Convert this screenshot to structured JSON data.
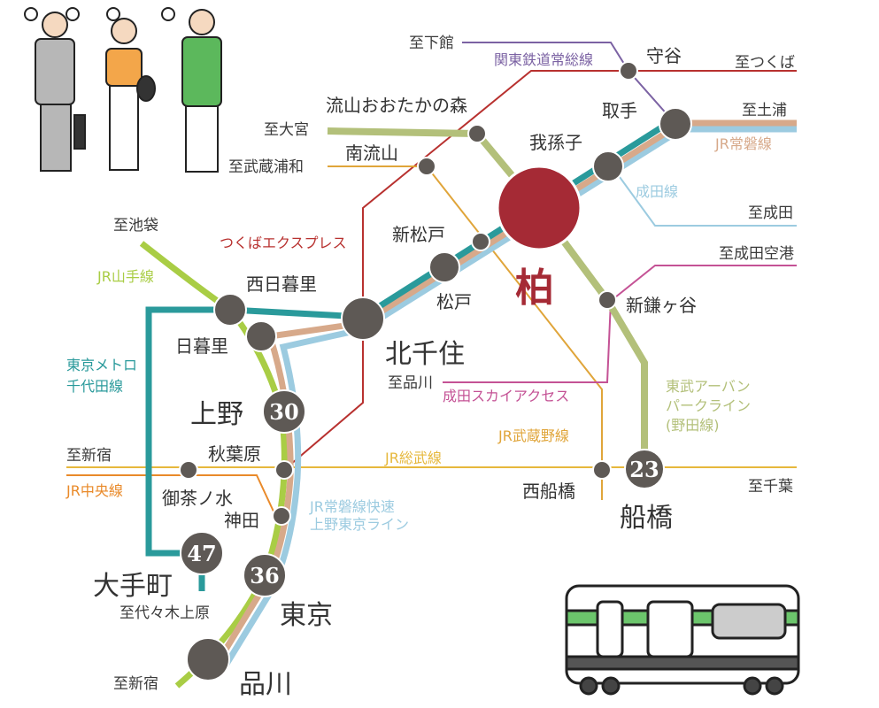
{
  "colors": {
    "tx": "#b8312f",
    "kanto": "#7b62a3",
    "tobu": "#b3c07a",
    "teal": "#2a9a9b",
    "joban": "#d7a98a",
    "jobanrapid": "#9ccbe0",
    "yamanote": "#a9cd45",
    "musashino": "#e0a53a",
    "sobu": "#e6b83c",
    "chuo": "#e98a2a",
    "narita": "#9ccbe0",
    "sky": "#c45295",
    "node": "#5e5955",
    "kashiwa": "#a52a35"
  },
  "stations": {
    "kashiwa": "柏",
    "moriya": "守谷",
    "toride": "取手",
    "abiko": "我孫子",
    "otaka": "流山おおたかの森",
    "minaminagareyama": "南流山",
    "shinmatsudo": "新松戸",
    "matsudo": "松戸",
    "kitasenju": "北千住",
    "nishinippori": "西日暮里",
    "nippori": "日暮里",
    "ueno": "上野",
    "akihabara": "秋葉原",
    "ochanomizu": "御茶ノ水",
    "kanda": "神田",
    "tokyo": "東京",
    "otemachi": "大手町",
    "shinagawa": "品川",
    "shinkamagaya": "新鎌ヶ谷",
    "nishifunabashi": "西船橋",
    "funabashi": "船橋"
  },
  "minutes": {
    "ueno": "30",
    "tokyo": "36",
    "otemachi": "47",
    "funabashi": "23"
  },
  "directions": {
    "shimodate": "至下館",
    "tsukuba": "至つくば",
    "omiya": "至大宮",
    "tsuchiura": "至土浦",
    "musashiurawa": "至武蔵浦和",
    "narita": "至成田",
    "naritaairport": "至成田空港",
    "ikebukuro": "至池袋",
    "shinagawa": "至品川",
    "shinjuku1": "至新宿",
    "chiba": "至千葉",
    "yoyogiuehara": "至代々木上原",
    "shinjuku2": "至新宿"
  },
  "lines": {
    "kanto": "関東鉄道常総線",
    "joban": "JR常磐線",
    "narita": "成田線",
    "tx": "つくばエクスプレス",
    "yamanote": "JR山手線",
    "chiyoda1": "東京メトロ",
    "chiyoda2": "千代田線",
    "sky": "成田スカイアクセス",
    "tobu1": "東武アーバン",
    "tobu2": "パークライン",
    "tobu3": "(野田線)",
    "musashino": "JR武蔵野線",
    "sobu": "JR総武線",
    "chuo": "JR中央線",
    "rapid1": "JR常磐線快速",
    "rapid2": "上野東京ライン"
  }
}
